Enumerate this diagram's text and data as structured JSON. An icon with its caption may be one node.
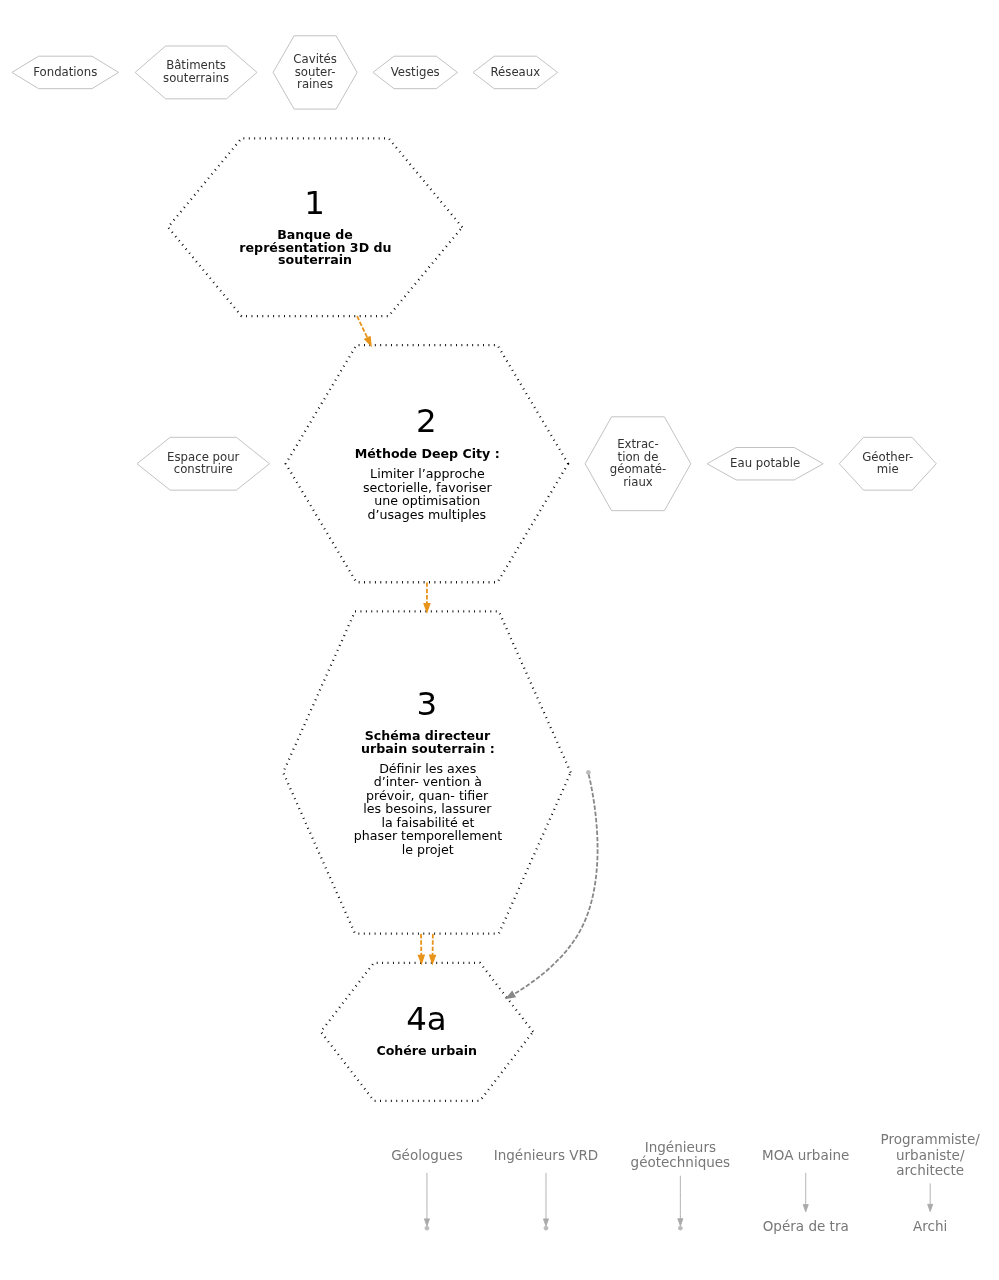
{
  "diagram": {
    "nodes": [
      {
        "text": [
          "Fondations"
        ]
      },
      {
        "text": [
          "Bâtiments souterrains"
        ]
      },
      {
        "text": [
          "Cavités souter- raines"
        ]
      },
      {
        "text": [
          "Vestiges"
        ]
      },
      {
        "text": [
          "Réseaux"
        ]
      },
      {
        "text": [
          "1",
          "Banque de représentation 3D du souterrain"
        ]
      },
      {
        "text": [
          "Espace pour construire"
        ]
      },
      {
        "text": [
          "Extrac- tion de géomaté- riaux"
        ]
      },
      {
        "text": [
          "Eau potable"
        ]
      },
      {
        "text": [
          "Géother- mie"
        ]
      },
      {
        "text": [
          "2",
          "Méthode Deep City :",
          "Limiter l’approche sectorielle, favoriser une optimisation d’usages multiples"
        ]
      },
      {
        "text": [
          "3",
          "Schéma directeur urbain souterrain :",
          "Définir les axes d’inter- vention à prévoir, quan- tifier les besoins, lassurer la faisabilité et phaser temporellement le projet"
        ]
      },
      {
        "text": [
          "4a",
          "Cohére urbain"
        ]
      },
      {
        "text": [
          "Ingénieurs VRD"
        ]
      },
      {
        "text": [
          "Ingénieurs géotechniques"
        ]
      },
      {
        "text": [
          "Géologues"
        ]
      },
      {
        "text": [
          "MOA urbaine"
        ]
      },
      {
        "text": [
          "Opéra de tra"
        ]
      },
      {
        "text": [
          "Programmiste/ urbaniste/ architecte"
        ]
      },
      {
        "text": [
          "Archi"
        ]
      }
    ],
    "edges": [
      {
        "from": 5,
        "to": 10,
        "arrow": "to",
        "style": "dashed",
        "color": "#e8941a"
      },
      {
        "from": 10,
        "to": 11,
        "arrow": "to",
        "style": "dashed",
        "color": "#e8941a"
      },
      {
        "from": 11,
        "to": 12,
        "arrow": "to",
        "style": "dashed",
        "color": "#e8941a"
      },
      {
        "from": 11,
        "to": 12,
        "arrow": "to",
        "style": "dashed",
        "color": "#e8941a"
      },
      {
        "from": null,
        "to": 12,
        "arrow": "to",
        "style": "dashed",
        "color": "#888888"
      },
      {
        "from": 13,
        "to": null,
        "arrow": "to",
        "color": "#aaaaaa"
      },
      {
        "from": 14,
        "to": null,
        "arrow": "to",
        "color": "#aaaaaa"
      },
      {
        "from": 15,
        "to": null,
        "arrow": "to",
        "color": "#aaaaaa"
      },
      {
        "from": 16,
        "to": 17,
        "arrow": "to",
        "color": "#aaaaaa"
      },
      {
        "from": 18,
        "to": 19,
        "arrow": "to",
        "color": "#aaaaaa"
      }
    ]
  }
}
